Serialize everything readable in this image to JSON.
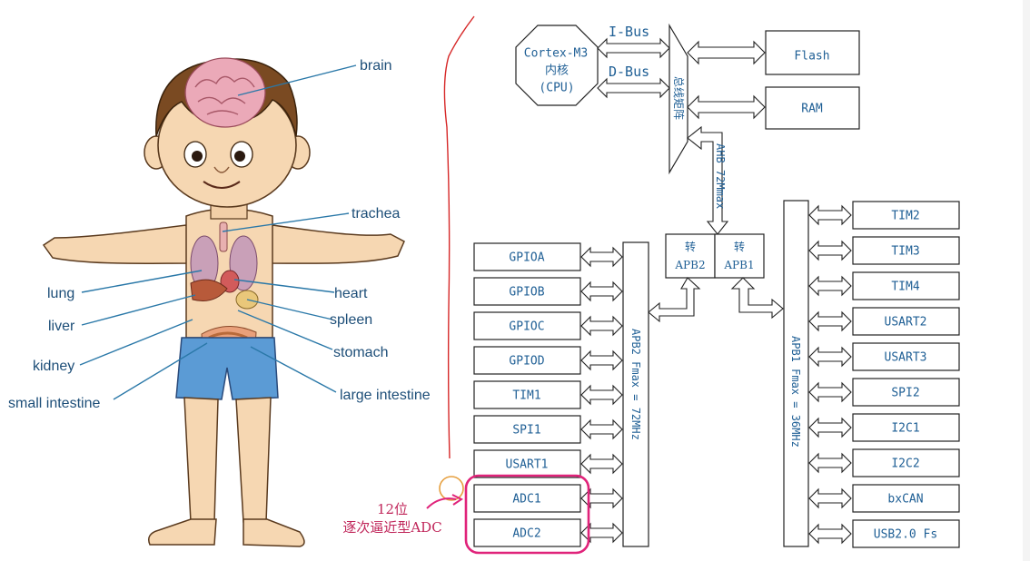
{
  "anatomy": {
    "labels": {
      "brain": "brain",
      "trachea": "trachea",
      "lung": "lung",
      "heart": "heart",
      "liver": "liver",
      "spleen": "spleen",
      "kidney": "kidney",
      "stomach": "stomach",
      "small_intestine": "small intestine",
      "large_intestine": "large intestine"
    }
  },
  "mcu": {
    "cpu": {
      "line1": "Cortex-M3",
      "line2": "内核",
      "line3": "(CPU)"
    },
    "ibus": "I-Bus",
    "dbus": "D-Bus",
    "bus_matrix": "总线矩阵",
    "flash": "Flash",
    "ram": "RAM",
    "ahb": "AHB 72Mmax",
    "bridge_apb2": {
      "line1": "转",
      "line2": "APB2"
    },
    "bridge_apb1": {
      "line1": "转",
      "line2": "APB1"
    },
    "apb2_bus": "APB2 Fmax = 72MHz",
    "apb1_bus": "APB1 Fmax = 36MHz",
    "apb2_periph": [
      "GPIOA",
      "GPIOB",
      "GPIOC",
      "GPIOD",
      "TIM1",
      "SPI1",
      "USART1",
      "ADC1",
      "ADC2"
    ],
    "apb1_periph": [
      "TIM2",
      "TIM3",
      "TIM4",
      "USART2",
      "USART3",
      "SPI2",
      "I2C1",
      "I2C2",
      "bxCAN",
      "USB2.0 Fs"
    ]
  },
  "annotation": {
    "line1": "12位",
    "line2": "逐次逼近型ADC",
    "color": "#e0237a"
  },
  "colors": {
    "label_blue": "#1d4e78",
    "diagram_blue": "#1f5f95",
    "note_pink": "#c0265a"
  }
}
